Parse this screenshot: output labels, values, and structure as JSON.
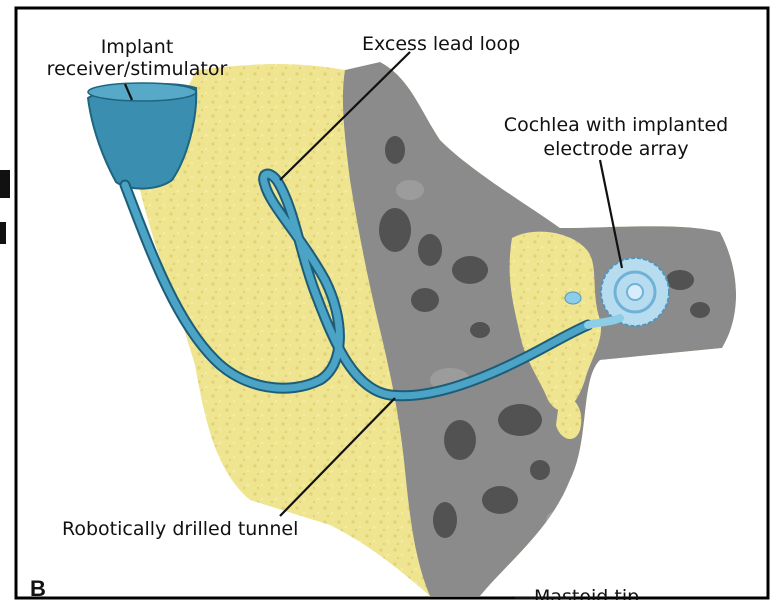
{
  "figure": {
    "panel_letter": "B",
    "labels": {
      "implant_line1": "Implant",
      "implant_line2": "receiver/stimulator",
      "excess_lead_loop": "Excess lead loop",
      "cochlea_line1": "Cochlea with implanted",
      "cochlea_line2": "electrode array",
      "drilled_tunnel": "Robotically drilled tunnel",
      "mastoid_tip": "Mastoid tip"
    },
    "colors": {
      "bone_yellow": "#efe48f",
      "bone_gray": "#8b8b8b",
      "implant_teal": "#3a8fb0",
      "electrode_blue": "#8ecde8",
      "frame": "#000000"
    }
  }
}
